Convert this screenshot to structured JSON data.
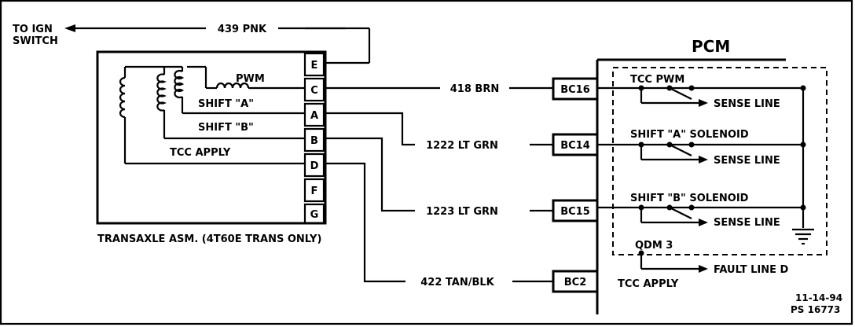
{
  "ign_label_1": "TO IGN",
  "ign_label_2": "SWITCH",
  "wire_439": "439 PNK",
  "transaxle_caption": "TRANSAXLE ASM. (4T60E TRANS ONLY)",
  "pins": [
    "E",
    "C",
    "A",
    "B",
    "D",
    "F",
    "G"
  ],
  "pwm_label": "PWM",
  "shift_a_label": "SHIFT \"A\"",
  "shift_b_label": "SHIFT \"B\"",
  "tcc_apply_label": "TCC  APPLY",
  "pcm_title": "PCM",
  "wires": {
    "w418": "418 BRN",
    "w1222": "1222 LT GRN",
    "w1223": "1223 LT GRN",
    "w422": "422 TAN/BLK"
  },
  "connectors": {
    "bc16": "BC16",
    "bc14": "BC14",
    "bc15": "BC15",
    "bc2": "BC2"
  },
  "pcm": {
    "tcc_pwm": "TCC PWM",
    "shift_a_solenoid": "SHIFT \"A\" SOLENOID",
    "shift_b_solenoid": "SHIFT \"B\" SOLENOID",
    "sense_line": "SENSE LINE",
    "qdm3": "QDM 3",
    "fault_line": "FAULT LINE D",
    "tcc_apply": "TCC APPLY"
  },
  "date_code": "11-14-94",
  "ps_code": "PS 16773"
}
